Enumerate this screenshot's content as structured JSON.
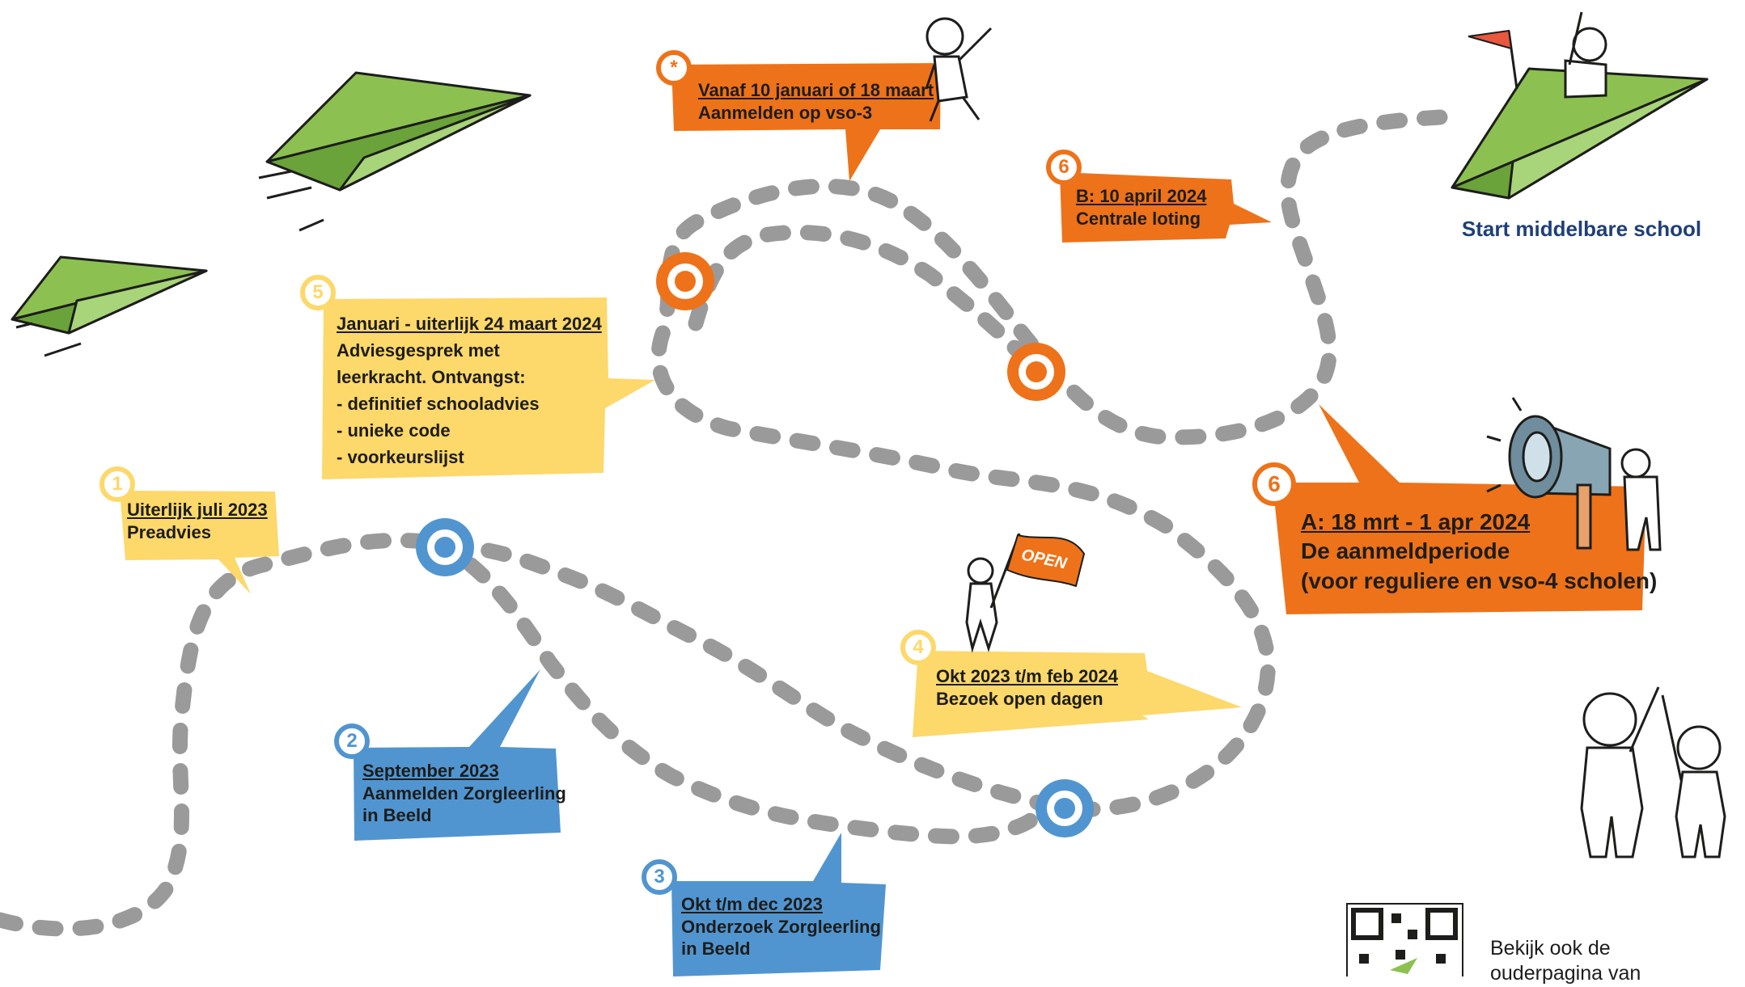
{
  "colors": {
    "yellow": "#fdd86a",
    "orange": "#ee7219",
    "blue": "#5195d0",
    "path_gray": "#9a9a9a",
    "plane_green": "#8cc152",
    "dark_text": "#1d1d1b",
    "navy": "#1f3f7a"
  },
  "steps": {
    "s1": {
      "badge": "1",
      "title": "Uiterlijk juli 2023",
      "lines": [
        "Preadvies"
      ]
    },
    "s2": {
      "badge": "2",
      "title": "September 2023",
      "lines": [
        "Aanmelden Zorgleerling",
        "in Beeld"
      ]
    },
    "s3": {
      "badge": "3",
      "title": "Okt t/m dec 2023",
      "lines": [
        "Onderzoek Zorgleerling",
        "in Beeld"
      ]
    },
    "s4": {
      "badge": "4",
      "title": "Okt 2023 t/m feb 2024",
      "lines": [
        "Bezoek open dagen"
      ]
    },
    "s5": {
      "badge": "5",
      "title": "Januari - uiterlijk 24 maart 2024",
      "lines": [
        "Adviesgesprek met",
        "leerkracht. Ontvangst:",
        "- definitief schooladvies",
        "- unieke code",
        "- voorkeurslijst"
      ]
    },
    "s6a": {
      "badge": "6",
      "title": "A: 18 mrt - 1 apr 2024",
      "lines": [
        "De aanmeldperiode",
        "(voor reguliere en vso-4 scholen)"
      ]
    },
    "s6b": {
      "badge": "6",
      "title": "B: 10 april 2024",
      "lines": [
        "Centrale loting"
      ]
    },
    "star": {
      "badge": "*",
      "title": "Vanaf 10 januari of 18 maart",
      "lines": [
        "Aanmelden op vso-3"
      ]
    }
  },
  "open_flag": "OPEN",
  "finish_label": "Start middelbare school",
  "qr_caption": [
    "Bekijk ook de",
    "ouderpagina van"
  ],
  "icons": [
    "paper-plane-icon",
    "megaphone-icon",
    "flag-icon",
    "qr-code-icon",
    "stick-figure-icon"
  ]
}
